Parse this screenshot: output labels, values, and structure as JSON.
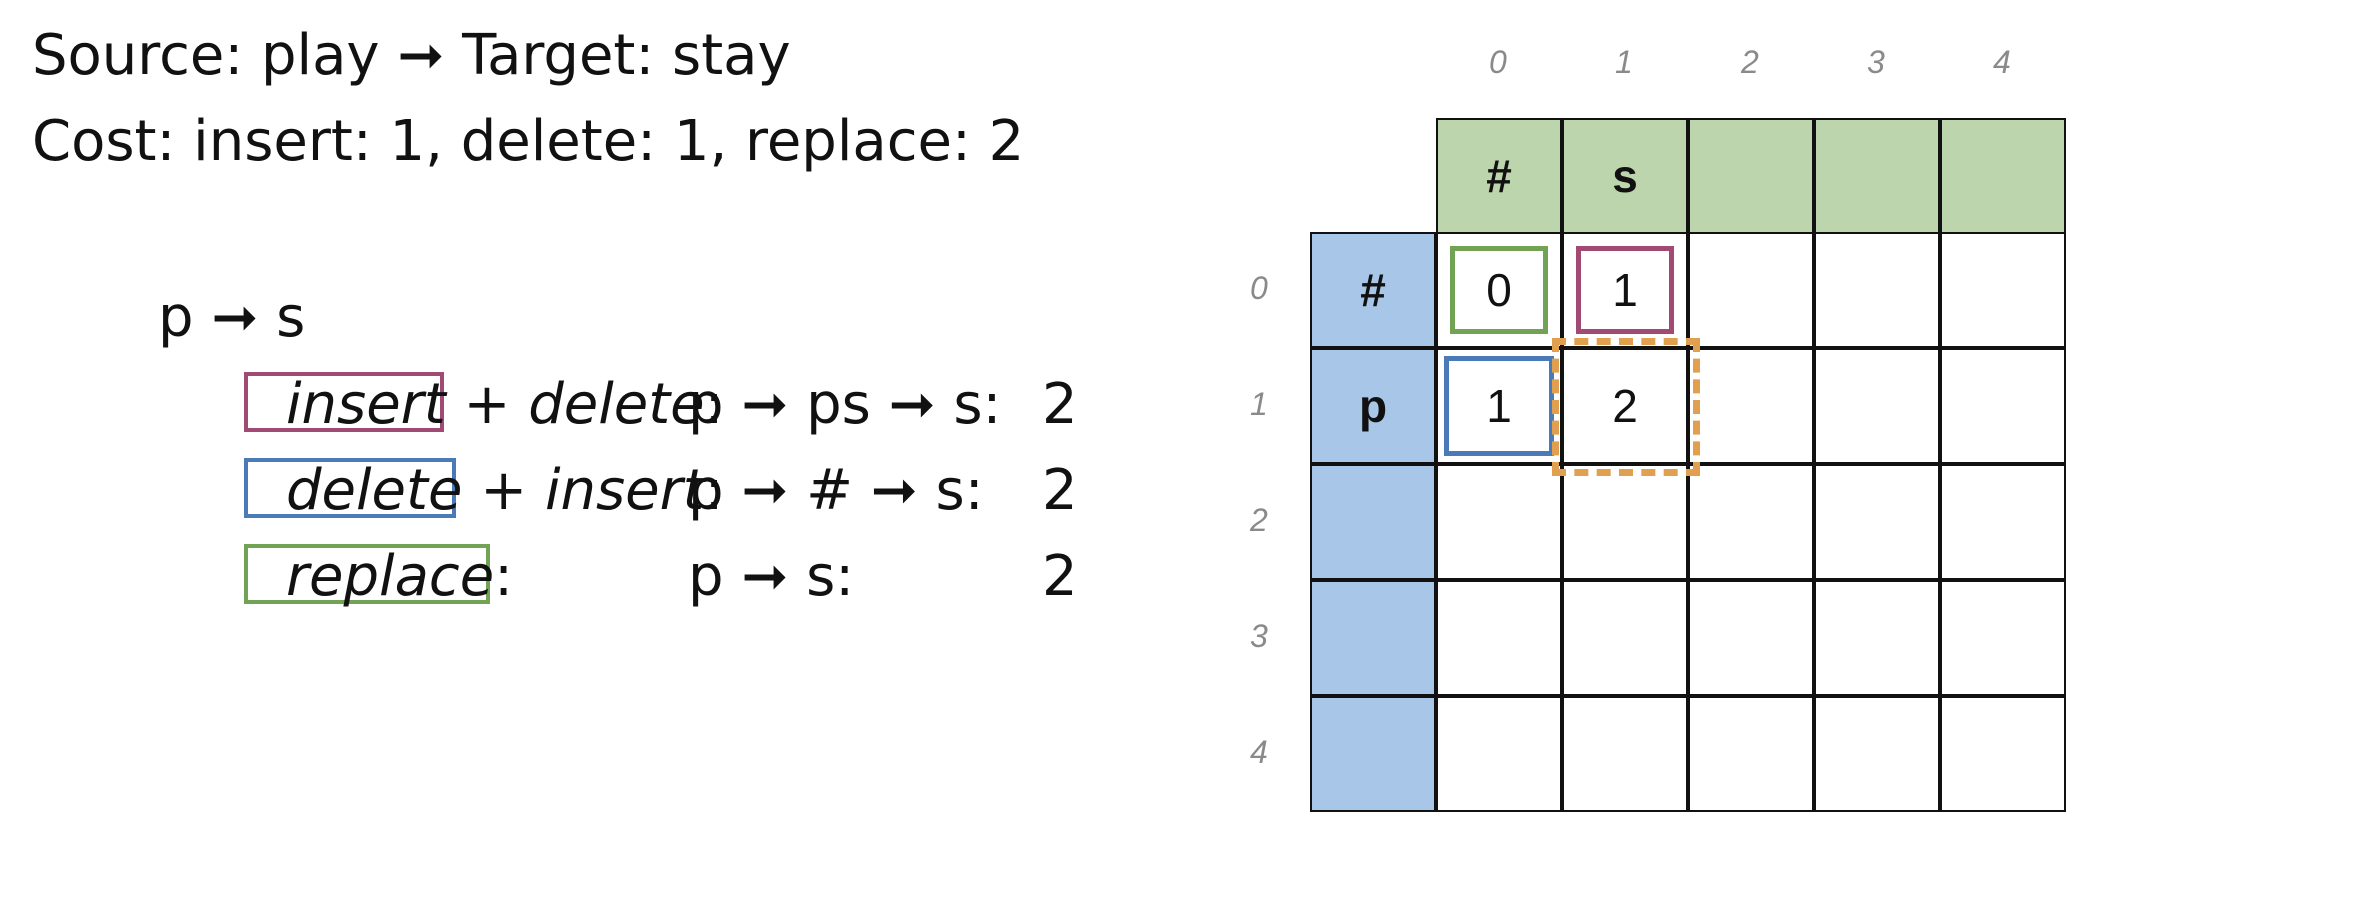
{
  "header": {
    "source_label": "Source: play",
    "arrow": "➞",
    "target_label": "Target: stay",
    "cost_line": "Cost: insert: 1,  delete: 1, replace: 2"
  },
  "transition": {
    "heading": "p ➞ s",
    "options": [
      {
        "op": "insert",
        "rest": " + delete:",
        "sequence": "p ➞ ps ➞ s:",
        "cost": "2",
        "color": "#a04a74"
      },
      {
        "op": "delete",
        "rest": " + insert:",
        "sequence": "p ➞ # ➞ s:",
        "cost": "2",
        "color": "#4a7ab8"
      },
      {
        "op": "replace",
        "rest": ":",
        "sequence": "p ➞ s:",
        "cost": "2",
        "color": "#72a254"
      }
    ]
  },
  "matrix": {
    "col_indices": [
      "0",
      "1",
      "2",
      "3",
      "4"
    ],
    "row_indices": [
      "0",
      "1",
      "2",
      "3",
      "4"
    ],
    "col_headers": [
      "#",
      "s",
      "",
      "",
      ""
    ],
    "row_headers": [
      "#",
      "p",
      "",
      "",
      ""
    ],
    "cells": [
      [
        "0",
        "1",
        "",
        "",
        ""
      ],
      [
        "1",
        "2",
        "",
        "",
        ""
      ],
      [
        "",
        "",
        "",
        "",
        ""
      ],
      [
        "",
        "",
        "",
        "",
        ""
      ],
      [
        "",
        "",
        "",
        "",
        ""
      ]
    ],
    "colors": {
      "col_header_bg": "#bcd5ac",
      "row_header_bg": "#a8c6e8",
      "current_cell_outline": "#e0a050",
      "replace_highlight": "#72a254",
      "insert_highlight": "#a04a74",
      "delete_highlight": "#4a7ab8"
    }
  }
}
